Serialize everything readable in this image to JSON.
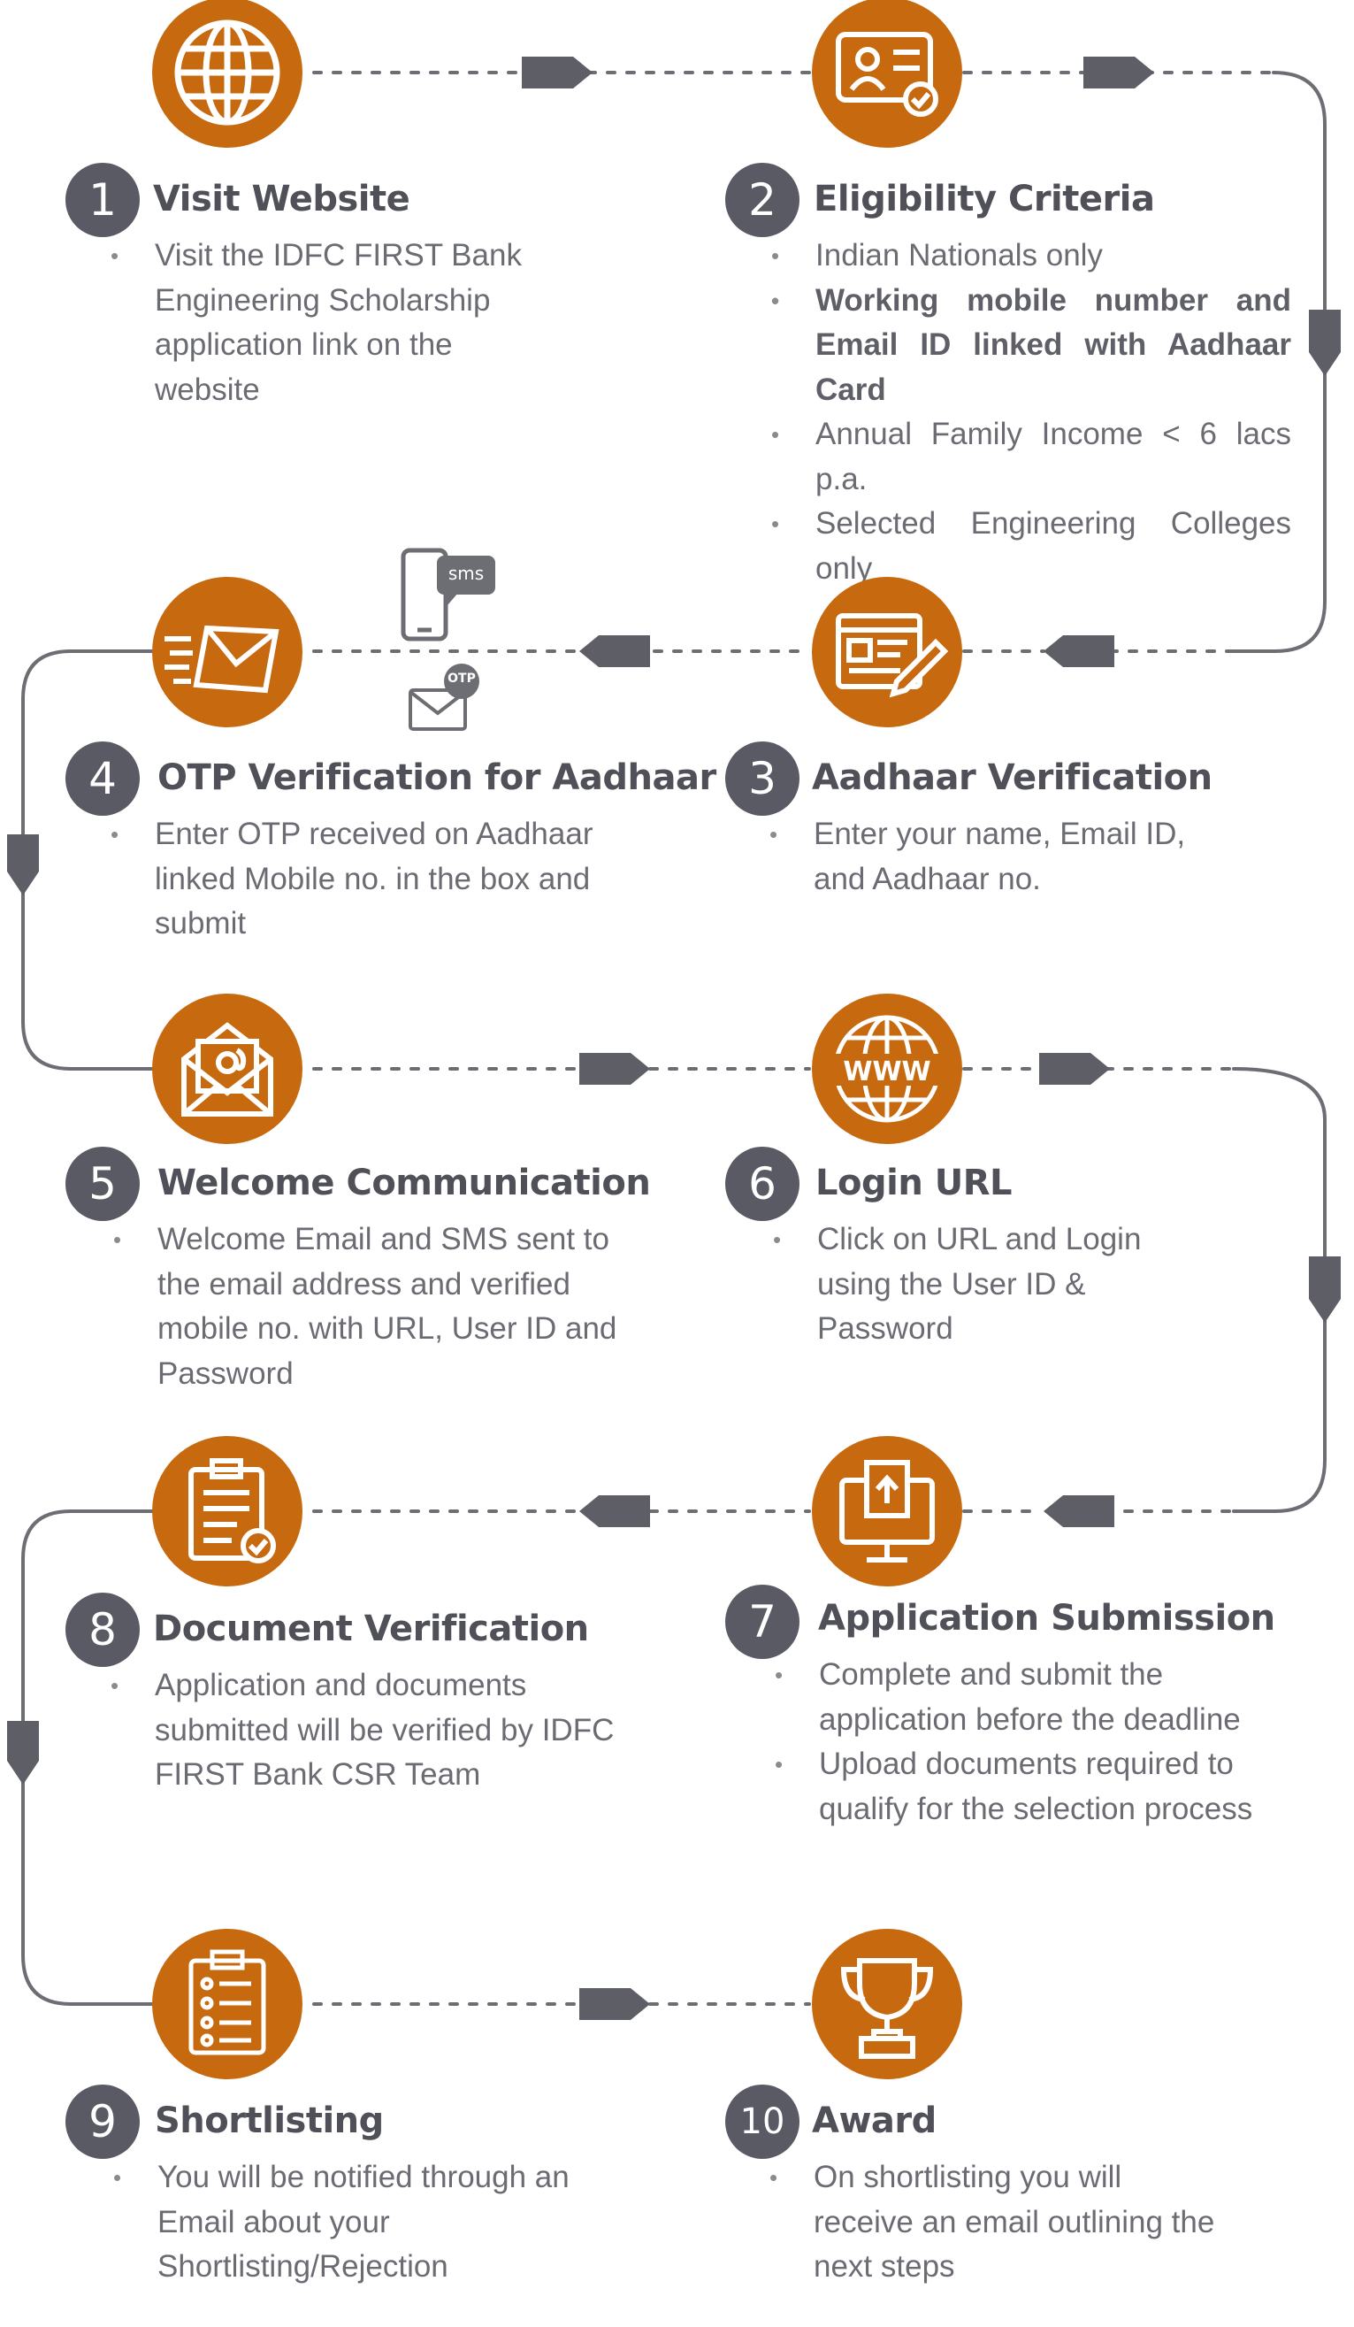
{
  "steps": [
    {
      "number": "1",
      "title": "Visit Website",
      "icon": "globe-icon",
      "bullets": [
        "Visit the IDFC FIRST Bank Engineering Scholarship application link on the website"
      ]
    },
    {
      "number": "2",
      "title": "Eligibility Criteria",
      "icon": "id-card-icon",
      "bullets": [
        "Indian Nationals only",
        "Working mobile number and Email ID linked with Aadhaar Card",
        "Annual Family Income < 6 lacs p.a.",
        "Selected Engineering Colleges only"
      ]
    },
    {
      "number": "3",
      "title": "Aadhaar Verification",
      "icon": "form-edit-icon",
      "bullets": [
        "Enter your name, Email ID, and Aadhaar no."
      ]
    },
    {
      "number": "4",
      "title": "OTP Verification for Aadhaar",
      "icon": "fast-mail-icon",
      "bullets": [
        "Enter OTP received on Aadhaar linked Mobile no. in the box and submit"
      ]
    },
    {
      "number": "5",
      "title": "Welcome Communication",
      "icon": "email-open-icon",
      "bullets": [
        "Welcome Email and SMS sent to the email address and verified mobile no. with URL, User ID and Password"
      ]
    },
    {
      "number": "6",
      "title": "Login URL",
      "icon": "www-globe-icon",
      "bullets": [
        "Click on URL and Login using the User ID & Password"
      ]
    },
    {
      "number": "7",
      "title": "Application Submission",
      "icon": "computer-upload-icon",
      "bullets": [
        "Complete and submit the application before the deadline",
        "Upload documents required to qualify for the selection process"
      ]
    },
    {
      "number": "8",
      "title": "Document Verification",
      "icon": "clipboard-check-icon",
      "bullets": [
        "Application and documents submitted will be verified by IDFC FIRST Bank CSR Team"
      ]
    },
    {
      "number": "9",
      "title": "Shortlisting",
      "icon": "shortlist-clipboard-icon",
      "bullets": [
        "You will be notified through an Email about your Shortlisting/Rejection"
      ]
    },
    {
      "number": "10",
      "title": "Award",
      "icon": "trophy-icon",
      "bullets": [
        "On shortlisting you will receive an email outlining the next steps"
      ]
    }
  ],
  "badges": {
    "sms": "sms",
    "otp": "OTP"
  },
  "colors": {
    "accent": "#c7690f",
    "badge": "#595a63",
    "connector": "#595a63"
  }
}
